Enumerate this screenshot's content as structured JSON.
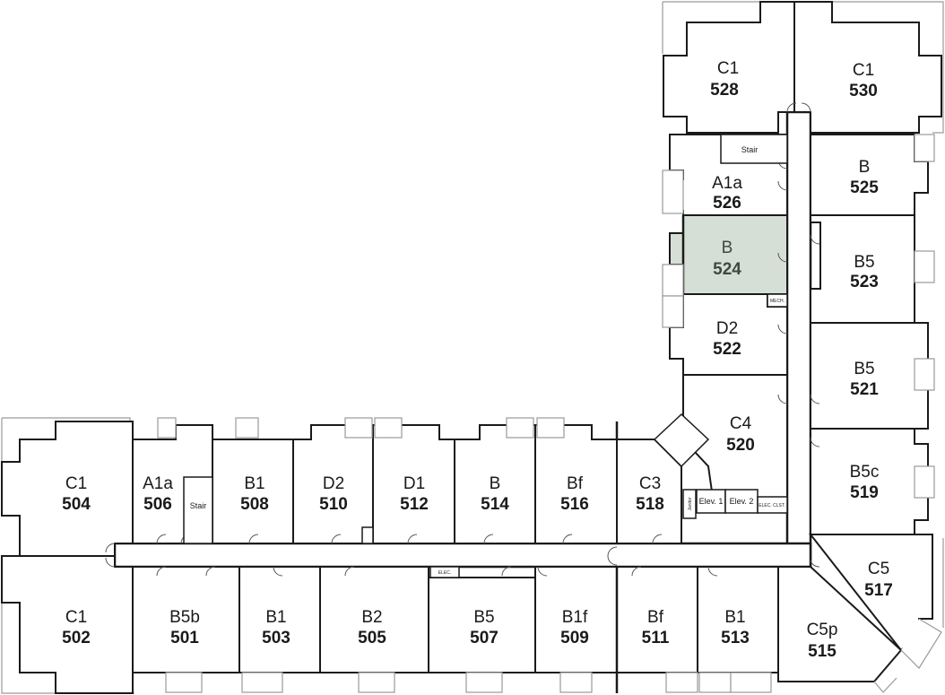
{
  "rooms": [
    {
      "id": "528",
      "type": "C1",
      "number": "528",
      "selected": false
    },
    {
      "id": "530",
      "type": "C1",
      "number": "530",
      "selected": false
    },
    {
      "id": "526",
      "type": "A1a",
      "number": "526",
      "selected": false
    },
    {
      "id": "525",
      "type": "B",
      "number": "525",
      "selected": false
    },
    {
      "id": "524",
      "type": "B",
      "number": "524",
      "selected": true
    },
    {
      "id": "523",
      "type": "B5",
      "number": "523",
      "selected": false
    },
    {
      "id": "522",
      "type": "D2",
      "number": "522",
      "selected": false
    },
    {
      "id": "521",
      "type": "B5",
      "number": "521",
      "selected": false
    },
    {
      "id": "520",
      "type": "C4",
      "number": "520",
      "selected": false
    },
    {
      "id": "519",
      "type": "B5c",
      "number": "519",
      "selected": false
    },
    {
      "id": "504",
      "type": "C1",
      "number": "504",
      "selected": false
    },
    {
      "id": "506",
      "type": "A1a",
      "number": "506",
      "selected": false
    },
    {
      "id": "508",
      "type": "B1",
      "number": "508",
      "selected": false
    },
    {
      "id": "510",
      "type": "D2",
      "number": "510",
      "selected": false
    },
    {
      "id": "512",
      "type": "D1",
      "number": "512",
      "selected": false
    },
    {
      "id": "514",
      "type": "B",
      "number": "514",
      "selected": false
    },
    {
      "id": "516",
      "type": "Bf",
      "number": "516",
      "selected": false
    },
    {
      "id": "518",
      "type": "C3",
      "number": "518",
      "selected": false
    },
    {
      "id": "517",
      "type": "C5",
      "number": "517",
      "selected": false
    },
    {
      "id": "502",
      "type": "C1",
      "number": "502",
      "selected": false
    },
    {
      "id": "501",
      "type": "B5b",
      "number": "501",
      "selected": false
    },
    {
      "id": "503",
      "type": "B1",
      "number": "503",
      "selected": false
    },
    {
      "id": "505",
      "type": "B2",
      "number": "505",
      "selected": false
    },
    {
      "id": "507",
      "type": "B5",
      "number": "507",
      "selected": false
    },
    {
      "id": "509",
      "type": "B1f",
      "number": "509",
      "selected": false
    },
    {
      "id": "511",
      "type": "Bf",
      "number": "511",
      "selected": false
    },
    {
      "id": "513",
      "type": "B1",
      "number": "513",
      "selected": false
    },
    {
      "id": "515",
      "type": "C5p",
      "number": "515",
      "selected": false
    }
  ],
  "utility": {
    "stair_top": "Stair",
    "stair_left": "Stair",
    "elev1": "Elev. 1",
    "elev2": "Elev. 2",
    "mech": "MECH.",
    "elec_clst": "ELEC. CLST.",
    "elec": "ELEC.",
    "janitor": "Janitor"
  },
  "colors": {
    "selected_fill": "#d6dfd5",
    "wall": "#1a1a1a",
    "selected_text": "#3d4a3d"
  }
}
